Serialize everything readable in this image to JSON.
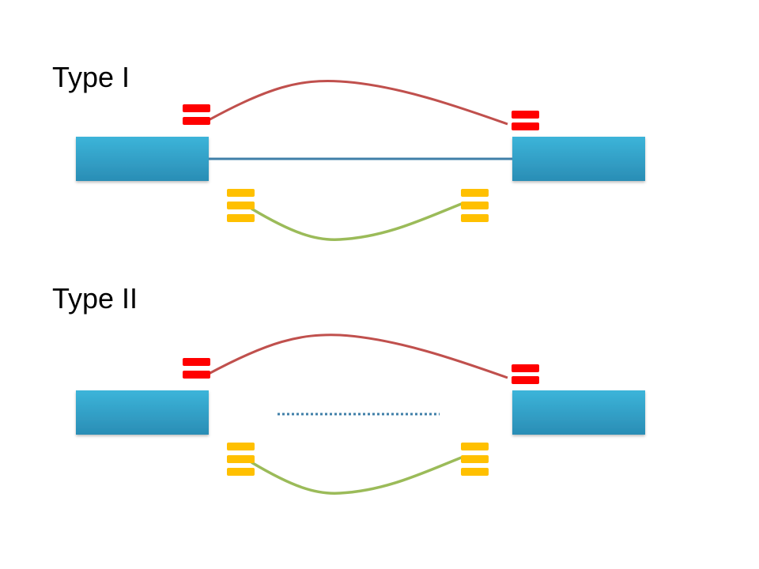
{
  "panels": [
    {
      "title": "Type I",
      "link": "solid"
    },
    {
      "title": "Type II",
      "link": "dotted"
    }
  ],
  "colors": {
    "exon_top": "#3cb4d9",
    "exon_bottom": "#2a8db5",
    "link_line": "#3f7fa8",
    "red_arc": "#c0504d",
    "red_marker": "#ff0000",
    "green_arc": "#9bbb59",
    "yellow_marker": "#ffc000"
  }
}
